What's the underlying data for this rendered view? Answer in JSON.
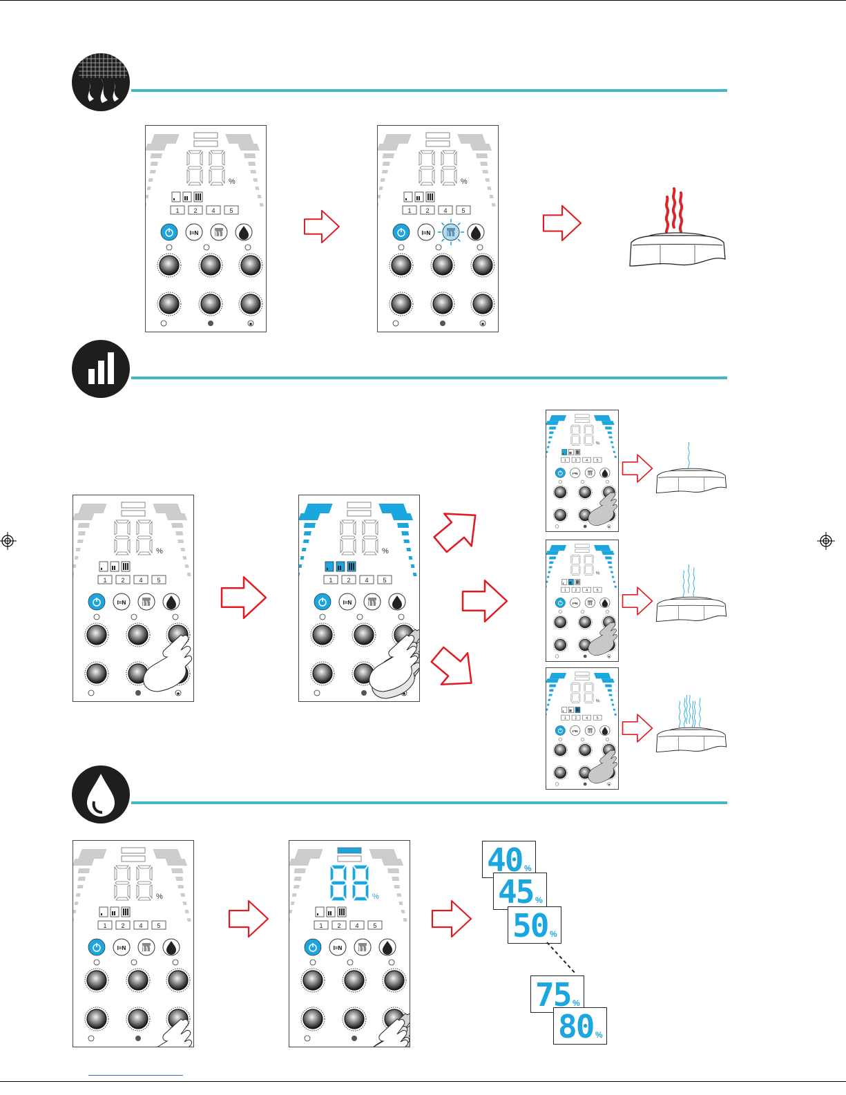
{
  "colors": {
    "accent_line": "#45b8c8",
    "active_blue": "#1ba6e0",
    "arrow_red": "#e21b23",
    "steam_red": "#d8262b"
  },
  "icons": {
    "section_1": "heat-steam-icon",
    "section_2": "signal-bars-icon",
    "section_3": "water-drop-icon"
  },
  "panel": {
    "percent_sign": "%",
    "timer_keys": [
      "1",
      "2",
      "4",
      "5"
    ],
    "ion_label": "I=N",
    "ion_small_label": "ION"
  },
  "humidity_steps": [
    {
      "value": "40",
      "unit": "%"
    },
    {
      "value": "45",
      "unit": "%"
    },
    {
      "value": "50",
      "unit": "%"
    },
    {
      "value": "75",
      "unit": "%"
    },
    {
      "value": "80",
      "unit": "%"
    }
  ]
}
